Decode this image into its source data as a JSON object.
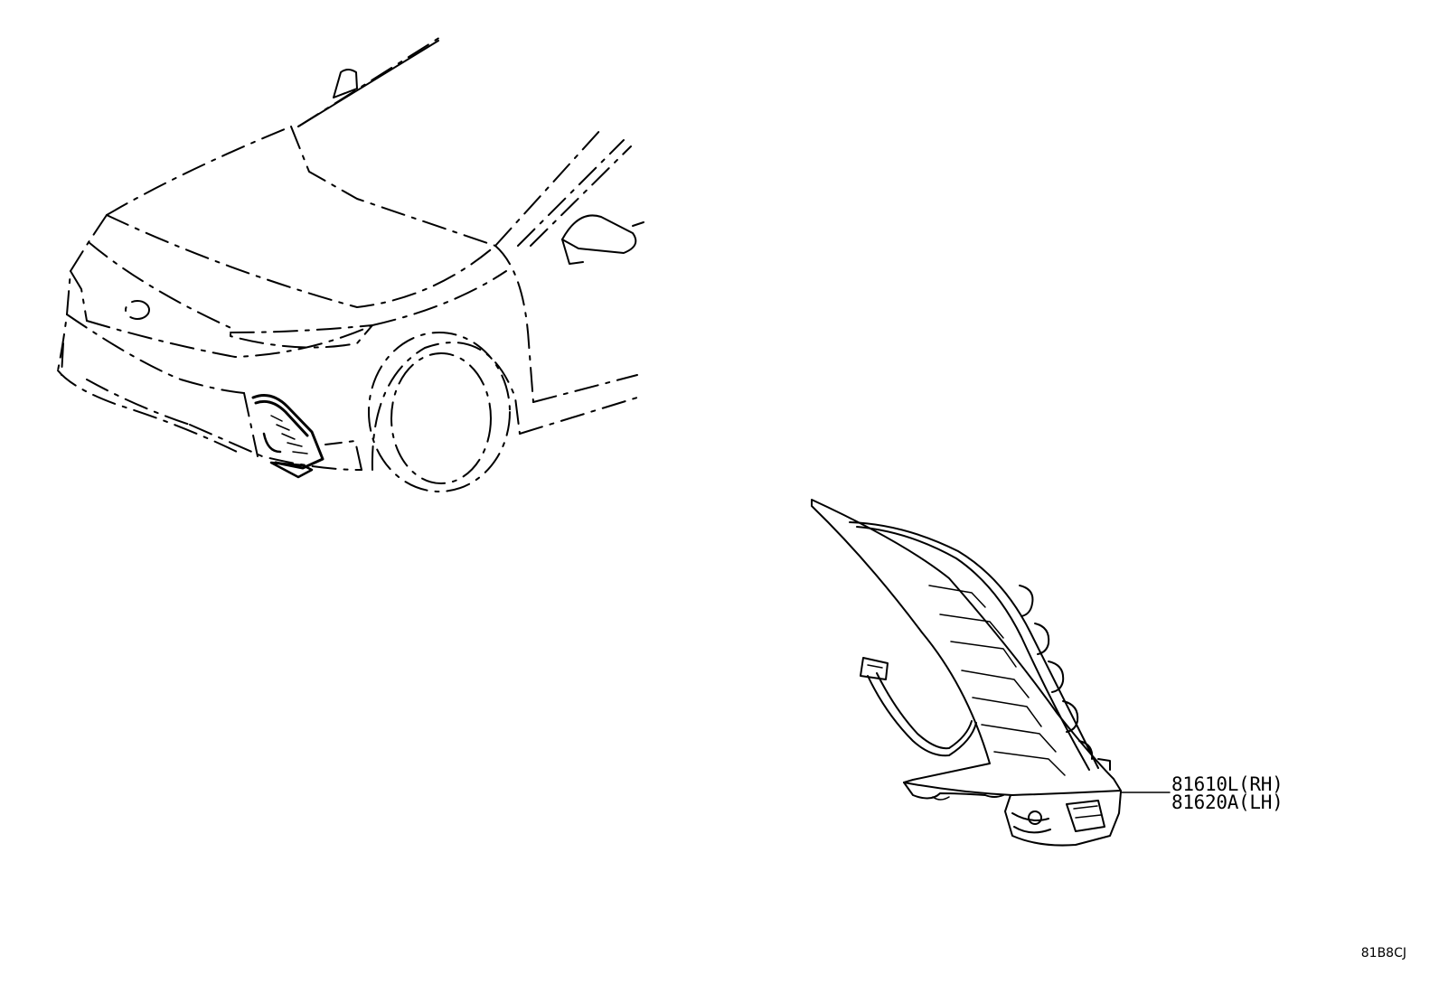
{
  "diagram": {
    "type": "parts-diagram",
    "callouts": [
      {
        "part_no": "81610L(RH)"
      },
      {
        "part_no": "81620A(LH)"
      }
    ],
    "diagram_code": "81B8CJ"
  }
}
